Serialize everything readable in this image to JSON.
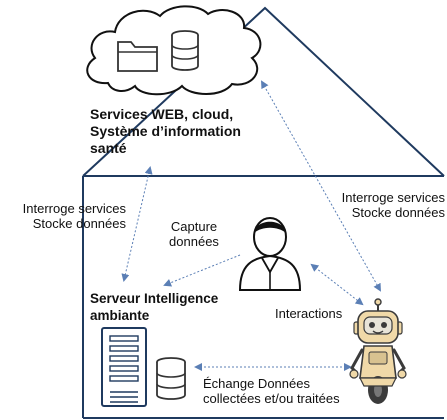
{
  "cloud": {
    "title_lines": [
      "Services WEB, cloud,",
      "Système d’information",
      "santé"
    ],
    "icons": [
      "folder-icon",
      "database-icon"
    ]
  },
  "left_link": {
    "lines": [
      "Interroge services",
      "Stocke données"
    ]
  },
  "right_link": {
    "lines": [
      "Interroge services",
      "Stocke données"
    ]
  },
  "capture": {
    "lines": [
      "Capture",
      "données"
    ]
  },
  "server": {
    "title_lines": [
      "Serveur Intelligence",
      "ambiante"
    ]
  },
  "interactions": {
    "label": "Interactions"
  },
  "exchange": {
    "lines": [
      "Échange Données",
      "collectées et/ou traitées"
    ]
  },
  "colors": {
    "outline": "#1f3a5f",
    "arrow": "#5b7fb5",
    "dotted": "#9bb3d6",
    "robot_body": "#f0d9a8",
    "robot_dark": "#3b3b3b"
  }
}
